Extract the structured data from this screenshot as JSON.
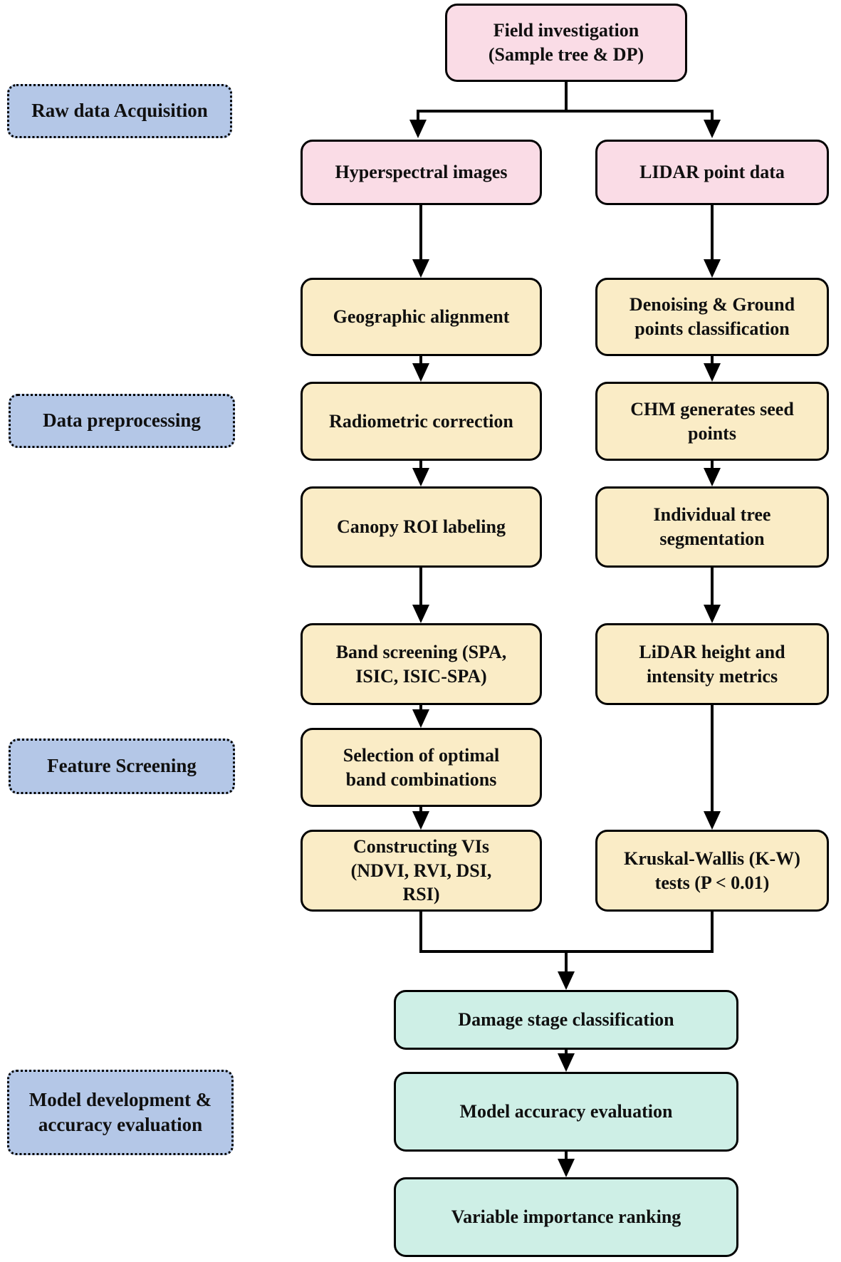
{
  "title": "Remote sensing damage classification workflow flowchart",
  "colors": {
    "stage_label_fill": "#B4C7E7",
    "raw_data_fill": "#FADCE6",
    "process_fill": "#FAECC6",
    "model_fill": "#CEEFE6",
    "line_color": "#000000"
  },
  "stages": [
    {
      "text": "Raw data Acquisition"
    },
    {
      "text": "Data preprocessing"
    },
    {
      "text": "Feature Screening"
    },
    {
      "text": "Model development &\naccuracy evaluation"
    }
  ],
  "nodes": {
    "field": "Field investigation\n(Sample tree & DP)",
    "hyperspectral": "Hyperspectral images",
    "lidar_point": "LIDAR point data",
    "geographic": "Geographic alignment",
    "denoising": "Denoising & Ground\npoints classification",
    "radiometric": "Radiometric correction",
    "chm": "CHM generates seed\npoints",
    "canopy": "Canopy ROI labeling",
    "segmentation": "Individual tree\nsegmentation",
    "band_screening": "Band screening (SPA,\nISIC, ISIC-SPA)",
    "lidar_metrics": "LiDAR height and\nintensity metrics",
    "band_selection": "Selection of optimal\nband combinations",
    "constructing_vis": "Constructing VIs\n(NDVI, RVI, DSI,\nRSI)",
    "kw_tests": "Kruskal-Wallis (K-W)\ntests (P < 0.01)",
    "damage": "Damage stage classification",
    "model_accuracy": "Model accuracy evaluation",
    "importance": "Variable importance ranking"
  }
}
